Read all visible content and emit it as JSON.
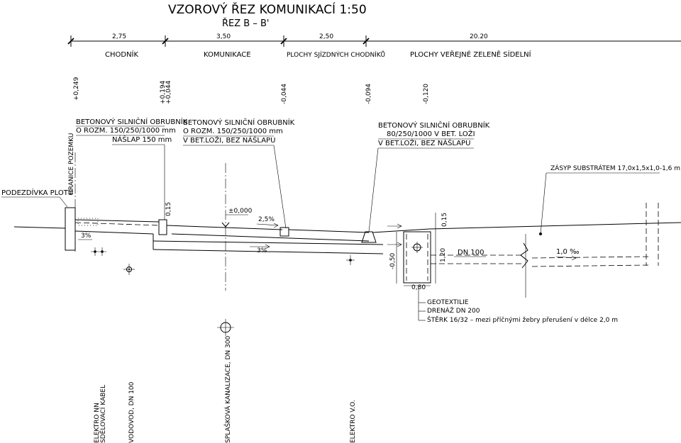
{
  "title": "VZOROVÝ ŘEZ KOMUNIKACÍ 1:50",
  "subtitle": "ŘEZ B – B'",
  "dimensions": [
    "2,75",
    "3,50",
    "2,50",
    "20.20"
  ],
  "zones": [
    "CHODNÍK",
    "KOMUNIKACE",
    "PLOCHY SJÍZDNÝCH CHODNÍKŮ",
    "PLOCHY VEŘEJNÉ ZELENĚ SÍDELNÍ"
  ],
  "levels": [
    "+0,249",
    "+0,194",
    "+0,044",
    "-0,044",
    "-0,094",
    "-0,120"
  ],
  "curb_left": [
    "BETONOVÝ SILNIČNÍ OBRUBNÍK",
    "O ROZM. 150/250/1000 mm",
    "NÁŠLAP 150 mm"
  ],
  "curb_middle": [
    "BETONOVÝ SILNIČNÍ OBRUBNÍK",
    "O ROZM. 150/250/1000 mm",
    "V BET.LOŽI, BEZ NÁŠLAPU"
  ],
  "curb_right": [
    "BETONOVÝ SILNIČNÍ OBRUBNÍK",
    "80/250/1000 V BET. LOŽI",
    "V BET.LOŽI, BEZ NÁŠLAPU"
  ],
  "backfill": "ZÁSYP SUBSTRÁTEM 17,0x1,5x1,0-1,6 m",
  "fence": "PODEZDÍVKA PLOTU",
  "property_line": "HRANICE POZEMKU",
  "slopes": [
    "3%",
    "2,5%",
    "3%",
    "1,0 ‰"
  ],
  "zero_level": "±0,000",
  "small_dims": [
    "0,15",
    "0,15",
    "-0,50",
    "1,20",
    "0,80"
  ],
  "drain_pipe": "DN 100",
  "drain_legend": [
    "GEOTEXTILIE",
    "DRENÁŽ DN 200",
    "ŠTĚRK 16/32 – mezi příčnými žebry přerušení v délce 2,0 m"
  ],
  "utilities": [
    "ELEKTRO NN",
    "SDĚLOVACÍ KABEL",
    "VODOVOD, DN 100",
    "SPLAŠKOVÁ KANALIZACE, DN 300",
    "ELEKTRO V.O."
  ]
}
